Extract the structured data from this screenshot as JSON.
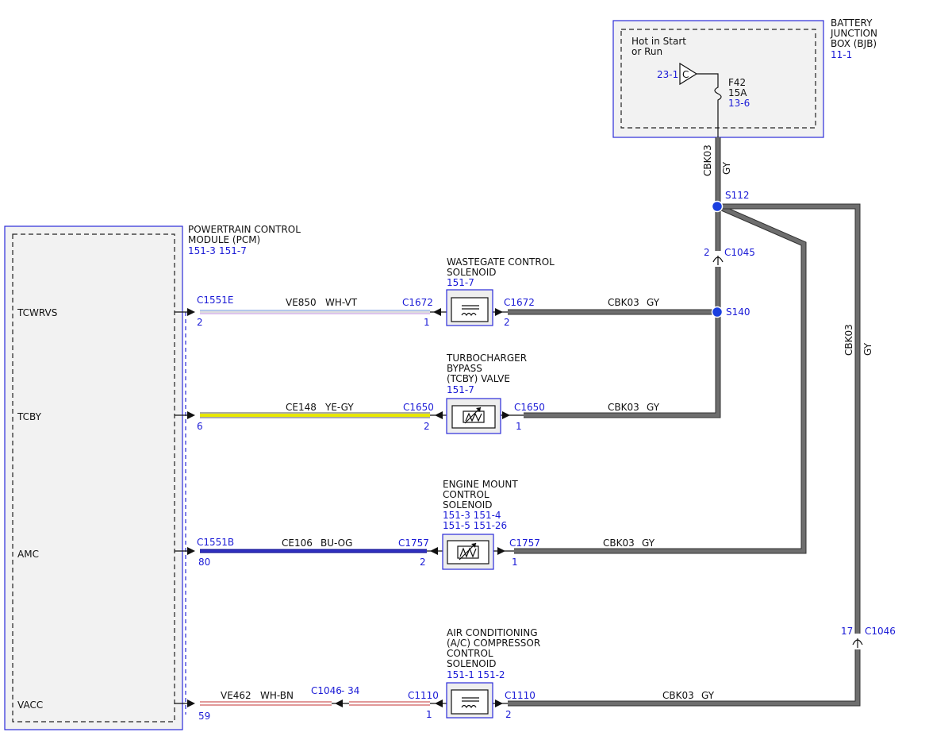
{
  "bjb": {
    "title_1": "BATTERY",
    "title_2": "JUNCTION",
    "title_3": "BOX (BJB)",
    "ref": "11-1",
    "hot_1": "Hot in Start",
    "hot_2": "or Run",
    "conn_ref": "23-1",
    "conn_letter": "C",
    "fuse_name": "F42",
    "fuse_rating": "15A",
    "fuse_ref": "13-6"
  },
  "vertical_wire": {
    "circuit": "CBK03",
    "color": "GY"
  },
  "right_wire": {
    "circuit": "CBK03",
    "color": "GY"
  },
  "splices": {
    "s112": "S112",
    "s140": "S140"
  },
  "c1045": {
    "name": "C1045",
    "pin": "2"
  },
  "c1046": {
    "name": "C1046",
    "pin": "17"
  },
  "pcm": {
    "title_1": "POWERTRAIN CONTROL",
    "title_2": "MODULE (PCM)",
    "ref_1": "151-3",
    "ref_2": "151-7",
    "pins": [
      "TCWRVS",
      "TCBY",
      "AMC",
      "VACC"
    ]
  },
  "circuits": [
    {
      "pcm_conn": "C1551E",
      "pcm_pin": "2",
      "circuit": "VE850",
      "color": "WH-VT",
      "comp_conn_left": "C1672",
      "comp_pin_left": "1",
      "comp_conn_right": "C1672",
      "comp_pin_right": "2",
      "title": [
        "WASTEGATE CONTROL",
        "SOLENOID"
      ],
      "refs": [
        "151-7"
      ],
      "gy_circuit": "CBK03",
      "gy_color": "GY"
    },
    {
      "pcm_conn": "",
      "pcm_pin": "6",
      "circuit": "CE148",
      "color": "YE-GY",
      "comp_conn_left": "C1650",
      "comp_pin_left": "2",
      "comp_conn_right": "C1650",
      "comp_pin_right": "1",
      "title": [
        "TURBOCHARGER",
        "BYPASS",
        "(TCBY) VALVE"
      ],
      "refs": [
        "151-7"
      ],
      "gy_circuit": "CBK03",
      "gy_color": "GY"
    },
    {
      "pcm_conn": "C1551B",
      "pcm_pin": "80",
      "circuit": "CE106",
      "color": "BU-OG",
      "comp_conn_left": "C1757",
      "comp_pin_left": "2",
      "comp_conn_right": "C1757",
      "comp_pin_right": "1",
      "title": [
        "ENGINE MOUNT",
        "CONTROL",
        "SOLENOID"
      ],
      "refs": [
        "151-3   151-4",
        "151-5   151-26"
      ],
      "gy_circuit": "CBK03",
      "gy_color": "GY"
    },
    {
      "pcm_conn": "",
      "pcm_pin": "59",
      "circuit": "VE462",
      "color": "WH-BN",
      "inline_conn": "C1046",
      "inline_pin": "- 34",
      "comp_conn_left": "C1110",
      "comp_pin_left": "1",
      "comp_conn_right": "C1110",
      "comp_pin_right": "2",
      "title": [
        "AIR CONDITIONING",
        "(A/C) COMPRESSOR",
        "CONTROL",
        "SOLENOID"
      ],
      "refs": [
        "151-1   151-2"
      ],
      "gy_circuit": "CBK03",
      "gy_color": "GY"
    }
  ],
  "colors": {
    "border_blue": "#2b2bd9",
    "ref_blue": "#1a1ad6",
    "wire_gray": "#6e6e6e",
    "wire_yellow": "#e8e800",
    "wire_blue": "#1a1aa0",
    "wire_red": "#c33333"
  }
}
